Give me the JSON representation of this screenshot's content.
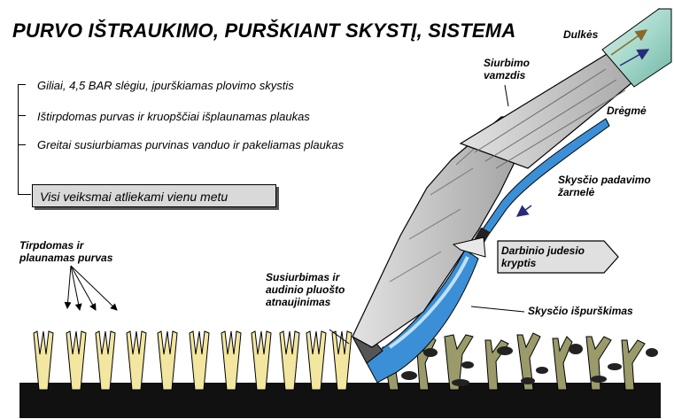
{
  "title": "PURVO IŠTRAUKIMO, PURŠKIANT SKYSTĮ, SISTEMA",
  "steps": [
    "Giliai, 4,5 BAR slėgiu, įpurškiamas plovimo skystis",
    "Ištirpdomas purvas ir kruopščiai išplaunamas plaukas",
    "Greitai susiurbiamas purvinas vanduo ir pakeliamas plaukas"
  ],
  "summary": "Visi veiksmai atliekami vienu metu",
  "labels": {
    "dust": "Dulkės",
    "suction_tube": "Siurbimo vamzdis",
    "moisture": "Drėgmė",
    "fluid_hose": "Skysčio padavimo žarnelė",
    "work_direction": "Darbinio judesio kryptis",
    "fluid_spray": "Skysčio išpurškimas",
    "suction_restore": "Susiurbimas ir audinio pluošto atnaujinimas",
    "dissolved_dirt": "Tirpdomas ir plaunamas purvas"
  },
  "colors": {
    "tube_fill": "#a6d9cc",
    "wand_fill": "#c8c8c8",
    "hose_blue": "#3b8fd6",
    "fiber_yellow": "#f2e6a0",
    "fiber_olive": "#9a9a6a",
    "ground": "#111111",
    "box_gray": "#d9d9d9"
  }
}
